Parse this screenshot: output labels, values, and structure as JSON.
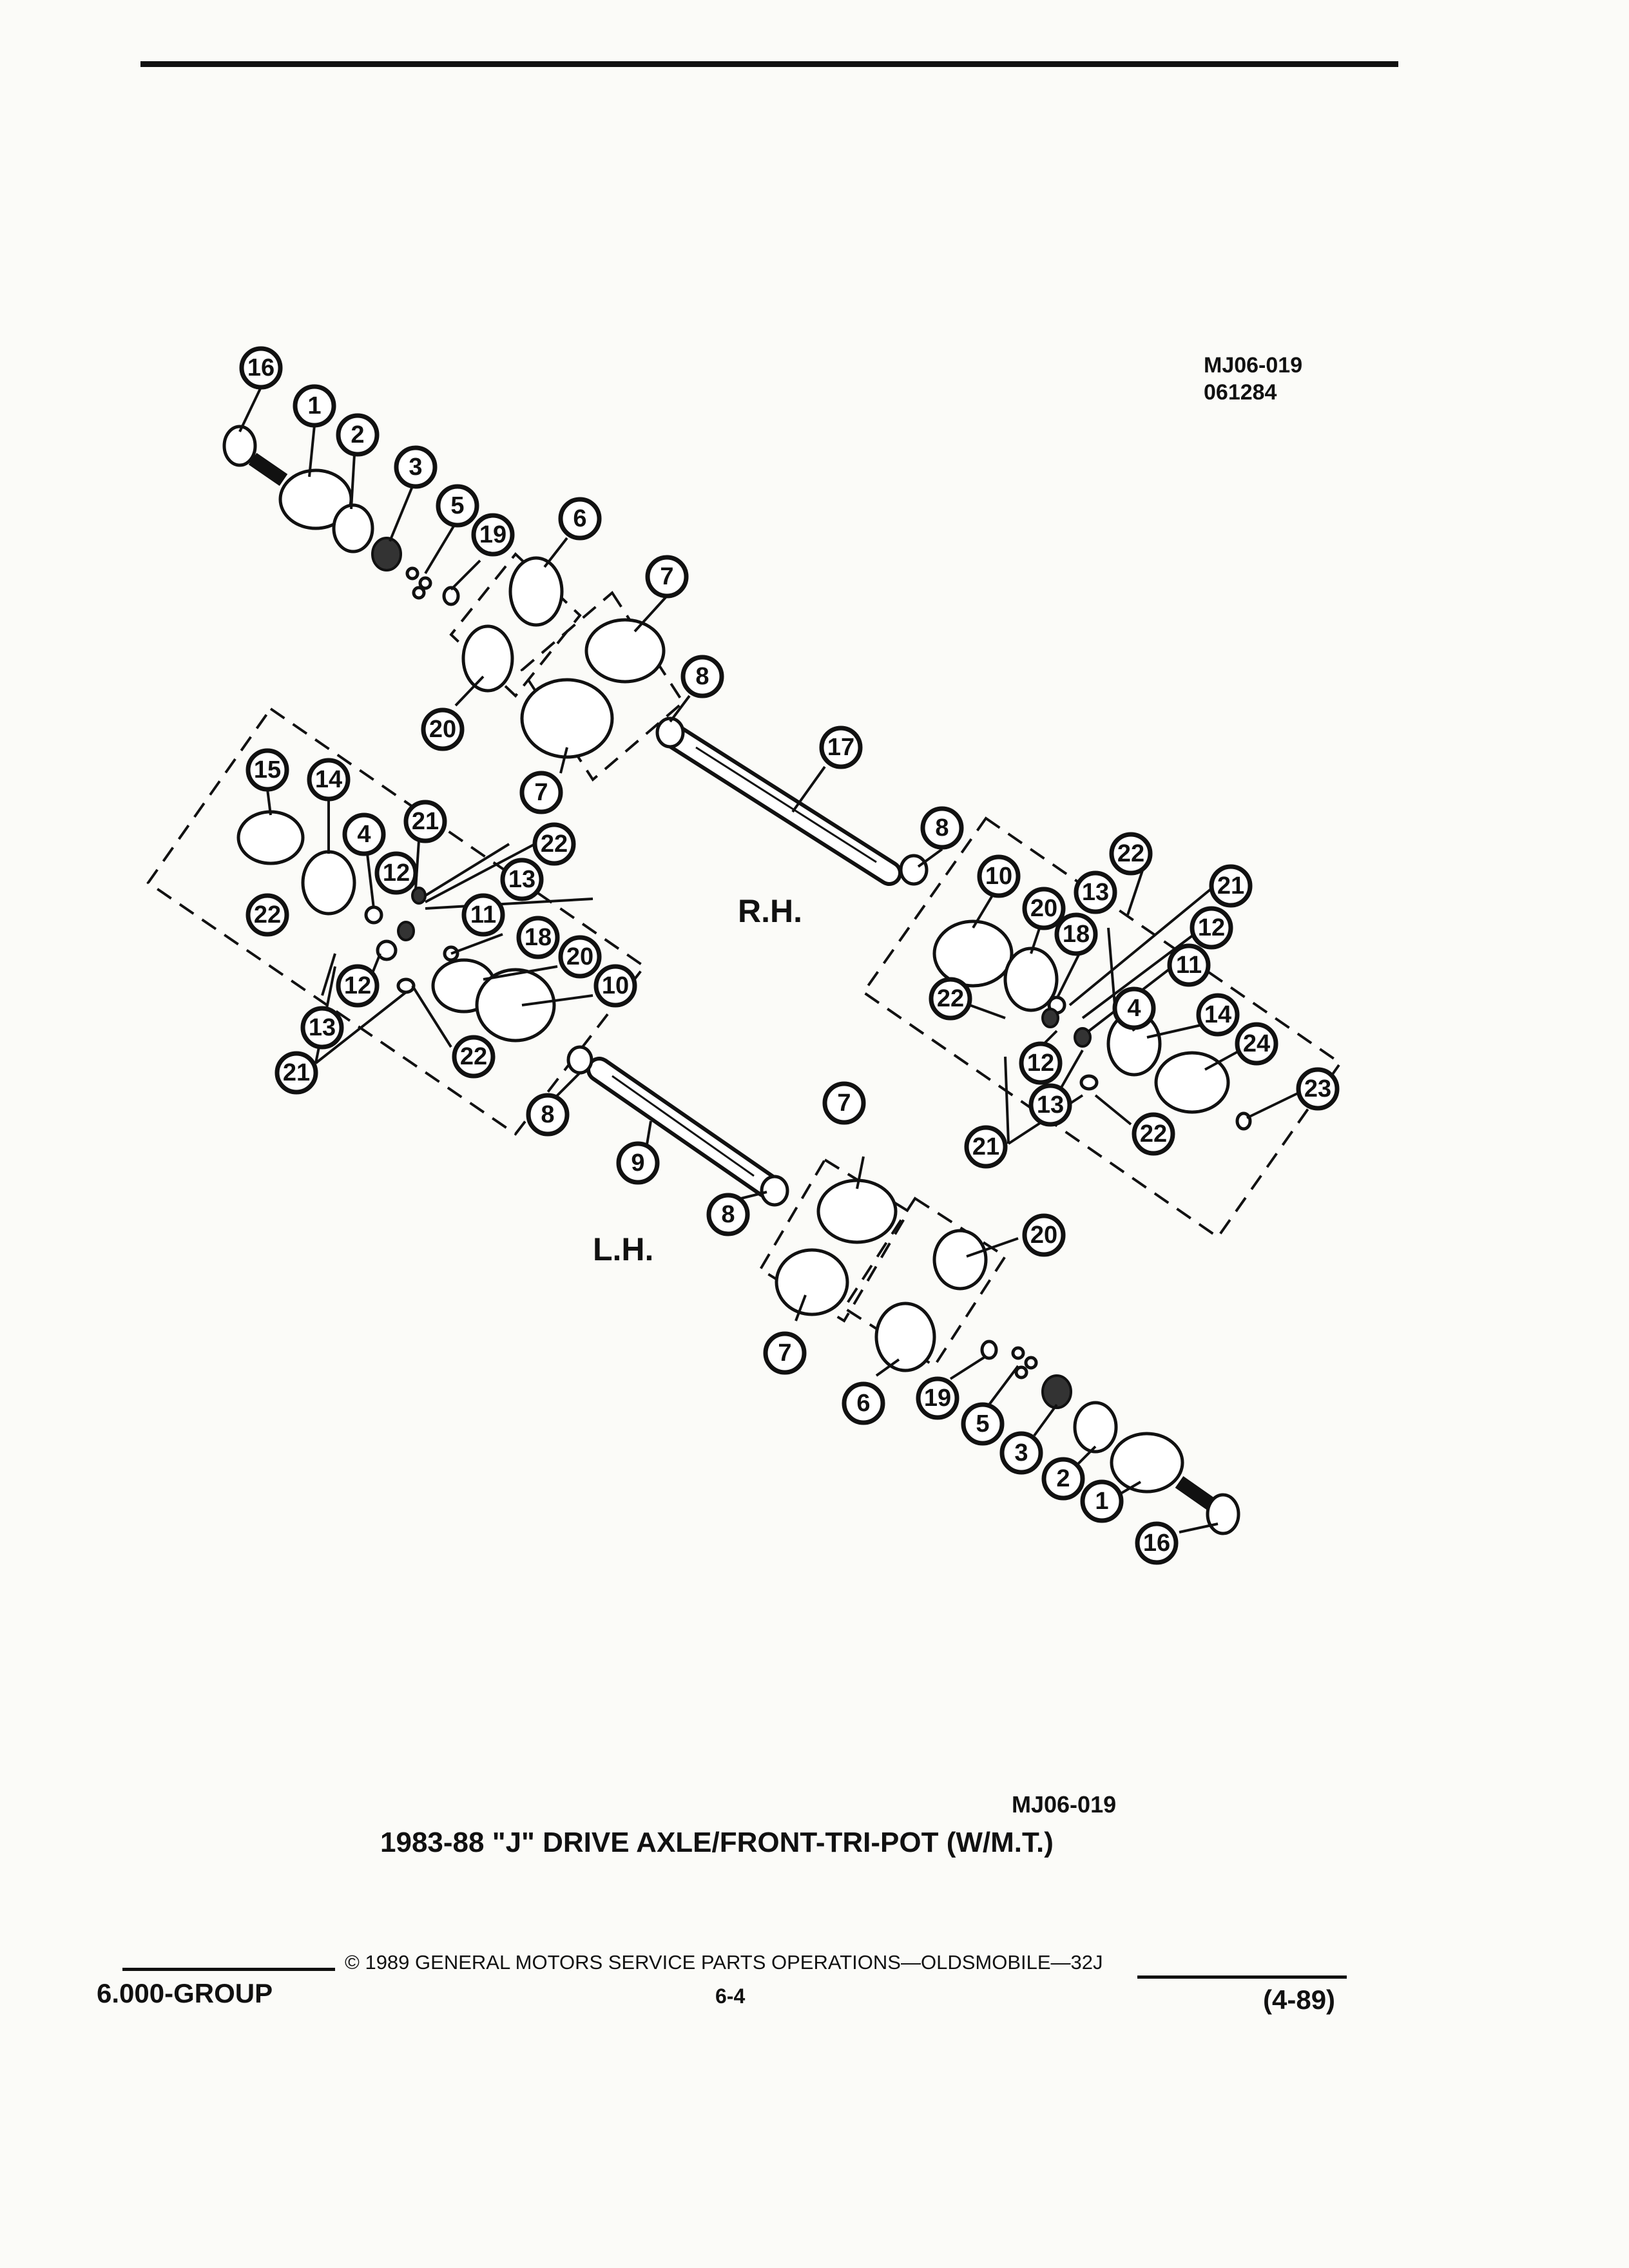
{
  "figure": {
    "code_top": "MJ06-019",
    "date_code": "061284",
    "code_bottom": "MJ06-019",
    "caption": "1983-88 \"J\" DRIVE AXLE/FRONT-TRI-POT (W/M.T.)",
    "labels": {
      "rh": "R.H.",
      "lh": "L.H."
    }
  },
  "footer": {
    "copyright": "© 1989 GENERAL MOTORS SERVICE PARTS OPERATIONS—OLDSMOBILE—32J",
    "group": "6.000-GROUP",
    "page_number": "6-4",
    "revision": "(4-89)"
  },
  "callouts": [
    {
      "id": "c16a",
      "n": "16"
    },
    {
      "id": "c1a",
      "n": "1"
    },
    {
      "id": "c2a",
      "n": "2"
    },
    {
      "id": "c3a",
      "n": "3"
    },
    {
      "id": "c5a",
      "n": "5"
    },
    {
      "id": "c19a",
      "n": "19"
    },
    {
      "id": "c6a",
      "n": "6"
    },
    {
      "id": "c7a",
      "n": "7"
    },
    {
      "id": "c8a",
      "n": "8"
    },
    {
      "id": "c20a",
      "n": "20"
    },
    {
      "id": "c7b",
      "n": "7"
    },
    {
      "id": "c17",
      "n": "17"
    },
    {
      "id": "c15",
      "n": "15"
    },
    {
      "id": "c14a",
      "n": "14"
    },
    {
      "id": "c4a",
      "n": "4"
    },
    {
      "id": "c21a",
      "n": "21"
    },
    {
      "id": "c22a",
      "n": "22"
    },
    {
      "id": "c12a",
      "n": "12"
    },
    {
      "id": "c13a",
      "n": "13"
    },
    {
      "id": "c11a",
      "n": "11"
    },
    {
      "id": "c22b",
      "n": "22"
    },
    {
      "id": "c18a",
      "n": "18"
    },
    {
      "id": "c20b",
      "n": "20"
    },
    {
      "id": "c10a",
      "n": "10"
    },
    {
      "id": "c12b",
      "n": "12"
    },
    {
      "id": "c13b",
      "n": "13"
    },
    {
      "id": "c21b",
      "n": "21"
    },
    {
      "id": "c22c",
      "n": "22"
    },
    {
      "id": "c8b",
      "n": "8"
    },
    {
      "id": "c9",
      "n": "9"
    },
    {
      "id": "c8c",
      "n": "8"
    },
    {
      "id": "c10b",
      "n": "10"
    },
    {
      "id": "c20c",
      "n": "20"
    },
    {
      "id": "c13c",
      "n": "13"
    },
    {
      "id": "c22d",
      "n": "22"
    },
    {
      "id": "c21c",
      "n": "21"
    },
    {
      "id": "c12c",
      "n": "12"
    },
    {
      "id": "c18b",
      "n": "18"
    },
    {
      "id": "c11b",
      "n": "11"
    },
    {
      "id": "c22e",
      "n": "22"
    },
    {
      "id": "c4b",
      "n": "4"
    },
    {
      "id": "c14b",
      "n": "14"
    },
    {
      "id": "c24",
      "n": "24"
    },
    {
      "id": "c12d",
      "n": "12"
    },
    {
      "id": "c13d",
      "n": "13"
    },
    {
      "id": "c21d",
      "n": "21"
    },
    {
      "id": "c22f",
      "n": "22"
    },
    {
      "id": "c23",
      "n": "23"
    },
    {
      "id": "c7c",
      "n": "7"
    },
    {
      "id": "c20d",
      "n": "20"
    },
    {
      "id": "c8d",
      "n": "8"
    },
    {
      "id": "c7d",
      "n": "7"
    },
    {
      "id": "c6b",
      "n": "6"
    },
    {
      "id": "c19b",
      "n": "19"
    },
    {
      "id": "c5b",
      "n": "5"
    },
    {
      "id": "c3b",
      "n": "3"
    },
    {
      "id": "c2b",
      "n": "2"
    },
    {
      "id": "c1b",
      "n": "1"
    },
    {
      "id": "c16b",
      "n": "16"
    }
  ]
}
